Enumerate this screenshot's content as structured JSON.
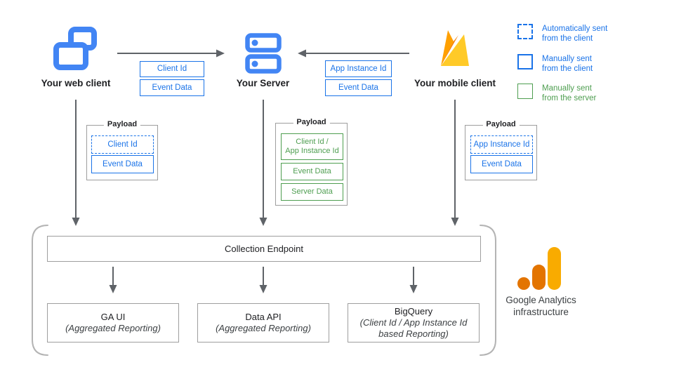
{
  "nodes": {
    "web_client": "Your web client",
    "server": "Your Server",
    "mobile_client": "Your mobile client"
  },
  "web_flow": [
    "Client Id",
    "Event Data"
  ],
  "mobile_flow": [
    "App Instance Id",
    "Event Data"
  ],
  "payload_title": "Payload",
  "web_payload": [
    "Client Id",
    "Event Data"
  ],
  "server_payload": [
    "Client Id /\nApp Instance Id",
    "Event Data",
    "Server Data"
  ],
  "mobile_payload": [
    "App Instance Id",
    "Event Data"
  ],
  "legend": [
    "Automatically sent\nfrom the client",
    "Manually sent\nfrom the client",
    "Manually sent\nfrom the server"
  ],
  "endpoint_label": "Collection Endpoint",
  "outputs": [
    {
      "name": "GA UI",
      "detail": "(Aggregated Reporting)"
    },
    {
      "name": "Data API",
      "detail": "(Aggregated Reporting)"
    },
    {
      "name": "BigQuery",
      "detail": "(Client Id / App Instance Id\nbased Reporting)"
    }
  ],
  "caption": "Google Analytics\ninfrastructure",
  "colors": {
    "blue": "#1a73e8",
    "icon_blue": "#4285f4",
    "green": "#4e9e50",
    "arrow_gray": "#5f6368",
    "box_border_gray": "#9e9e9e",
    "bracket_gray": "#b4b4b4",
    "ga_orange": "#e37400",
    "ga_amber": "#f9ab00",
    "firebase_yellow": "#ffca28",
    "firebase_orange": "#ffa000",
    "firebase_dark_orange": "#f57c00"
  }
}
